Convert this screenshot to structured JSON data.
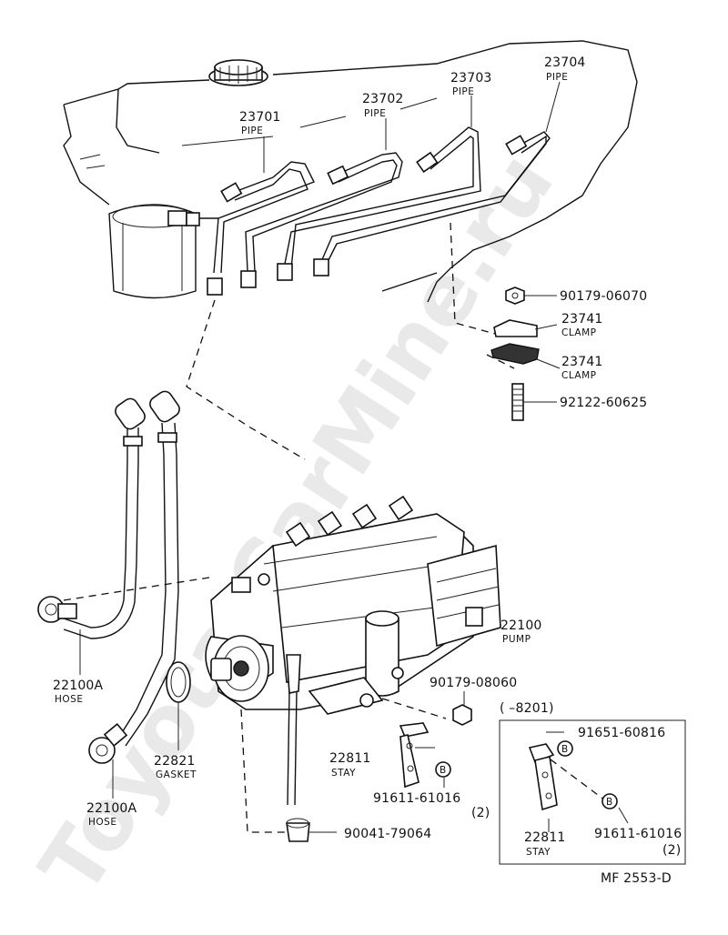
{
  "watermark": "Toyota CarMine.ru",
  "callouts": {
    "p23701": {
      "number": "23701",
      "name": "PIPE"
    },
    "p23702": {
      "number": "23702",
      "name": "PIPE"
    },
    "p23703": {
      "number": "23703",
      "name": "PIPE"
    },
    "p23704": {
      "number": "23704",
      "name": "PIPE"
    },
    "p90179_06070": {
      "number": "90179-06070"
    },
    "p23741_a": {
      "number": "23741",
      "name": "CLAMP"
    },
    "p23741_b": {
      "number": "23741",
      "name": "CLAMP"
    },
    "p92122": {
      "number": "92122-60625"
    },
    "p22100": {
      "number": "22100",
      "name": "PUMP"
    },
    "p22100A_1": {
      "number": "22100A",
      "name": "HOSE"
    },
    "p22100A_2": {
      "number": "22100A",
      "name": "HOSE"
    },
    "p22821": {
      "number": "22821",
      "name": "GASKET"
    },
    "p90179_08060": {
      "number": "90179-08060"
    },
    "p22811_a": {
      "number": "22811",
      "name": "STAY"
    },
    "p91611_a": {
      "number": "91611-61016",
      "qty": "(2)"
    },
    "p90041": {
      "number": "90041-79064"
    },
    "p91651": {
      "number": "91651-60816"
    },
    "p91611_b": {
      "number": "91611-61016",
      "qty": "(2)"
    },
    "p22811_b": {
      "number": "22811",
      "name": "STAY"
    }
  },
  "inset_label": "(      –8201)",
  "marker": "B",
  "ref_code": "MF  2553-D"
}
